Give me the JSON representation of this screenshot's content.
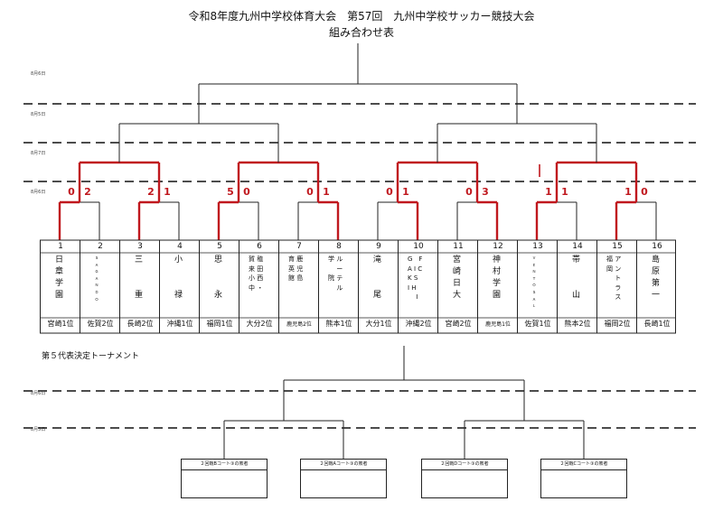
{
  "title": {
    "line1": "令和8年度九州中学校体育大会　第57回　九州中学校サッカー競技大会",
    "line2": "組み合わせ表"
  },
  "date_labels": [
    "8月6日",
    "8月5日",
    "8月7日",
    "8月6日",
    "8月6日",
    "8月5日"
  ],
  "teams": [
    {
      "seed": "1",
      "name": "日\n章\n学\n園",
      "qual": "宮崎1位"
    },
    {
      "seed": "2",
      "name": "Ｓ\nＡ\nＧ\nＡ\nＮ\nＤ\nＯ",
      "qual": "佐賀2位"
    },
    {
      "seed": "3",
      "name": "三\n\n\n重",
      "qual": "長崎2位"
    },
    {
      "seed": "4",
      "name": "小\n\n\n禄",
      "qual": "沖縄1位"
    },
    {
      "seed": "5",
      "name": "思\n\n\n永",
      "qual": "福岡1位"
    },
    {
      "seed": "6",
      "name": "賀 稙\n来 田\n小 西\n中 ・",
      "qual": "大分2位"
    },
    {
      "seed": "7",
      "name": "育 鹿\n英 児\n館 島",
      "qual": "鹿児島2位"
    },
    {
      "seed": "8",
      "name": "学 ル\n　 ー\n院 テ\n　 ル",
      "qual": "熊本1位"
    },
    {
      "seed": "9",
      "name": "滝\n\n\n尾",
      "qual": "大分1位"
    },
    {
      "seed": "10",
      "name": "G　F\nA I C\nK S\nI H\n　 I",
      "qual": "沖縄2位"
    },
    {
      "seed": "11",
      "name": "宮\n崎\n日\n大",
      "qual": "宮崎2位"
    },
    {
      "seed": "12",
      "name": "神\n村\n学\n園",
      "qual": "鹿児島1位"
    },
    {
      "seed": "13",
      "name": "Ｖ\nＥ\nＮ\nＴ\nＯ\nＳ\nＡ\nＬ",
      "qual": "佐賀1位"
    },
    {
      "seed": "14",
      "name": "帯\n\n\n山",
      "qual": "熊本2位"
    },
    {
      "seed": "15",
      "name": "福 ア\n岡 ン\n　 ト\n　 ラ\n　 ス",
      "qual": "福岡2位"
    },
    {
      "seed": "16",
      "name": "島\n原\n第\n一",
      "qual": "長崎1位"
    }
  ],
  "scores": [
    "0",
    "2",
    "2",
    "1",
    "5",
    "0",
    "0",
    "1",
    "0",
    "1",
    "0",
    "3",
    "1",
    "1",
    "1",
    "0"
  ],
  "consolation": {
    "title": "第５代表決定トーナメント",
    "slots": [
      "２回戦Bコート③の敗者",
      "２回戦Aコート③の敗者",
      "２回戦Dコート③の敗者",
      "２回戦Cコート③の敗者"
    ]
  },
  "colors": {
    "winner_line": "#c0181e",
    "line": "#222222"
  }
}
